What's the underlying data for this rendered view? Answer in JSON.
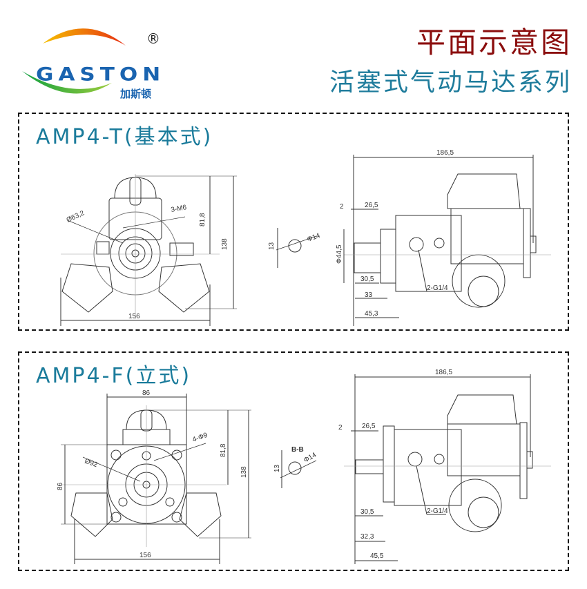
{
  "logo": {
    "brand": "GASTON",
    "brand_cn": "加斯顿",
    "registered_mark": "®",
    "arc_colors": [
      "#f6b400",
      "#e8430e",
      "#1aa33c",
      "#8cc63f"
    ],
    "text_color": "#1a64b0"
  },
  "header": {
    "title": "平面示意图",
    "subtitle": "活塞式气动马达系列",
    "title_color": "#8b0e0e",
    "subtitle_color": "#1f7c9c"
  },
  "panels": [
    {
      "title": "AMP4-T(基本式)",
      "front_view": {
        "dims": {
          "width": "156",
          "height": "138",
          "center_height": "81,8",
          "bolt_circle": "Ø63,2",
          "threads": "3-M6"
        }
      },
      "section_view": {
        "label": "",
        "dims": {
          "flat": "13",
          "diameter": "Φ14"
        }
      },
      "side_view": {
        "dims": {
          "overall": "186,5",
          "flange_offset": "2",
          "shaft_len": "26,5",
          "shaft_dia": "Φ44,5",
          "d1": "30,5",
          "d2": "33",
          "d3": "45,3",
          "ports": "2-G1/4"
        }
      }
    },
    {
      "title": "AMP4-F(立式)",
      "front_view": {
        "dims": {
          "width": "156",
          "height": "138",
          "center_height": "81,8",
          "flange_width": "86",
          "flange_height": "86",
          "bolt_circle": "Ø92",
          "holes": "4-Φ9"
        }
      },
      "section_view": {
        "label": "B-B",
        "dims": {
          "flat": "13",
          "diameter": "Φ14"
        }
      },
      "side_view": {
        "dims": {
          "overall": "186,5",
          "flange_offset": "2",
          "shaft_len": "26,5",
          "d1": "30,5",
          "d2": "32,3",
          "d3": "45,5",
          "ports": "2-G1/4"
        }
      }
    }
  ]
}
